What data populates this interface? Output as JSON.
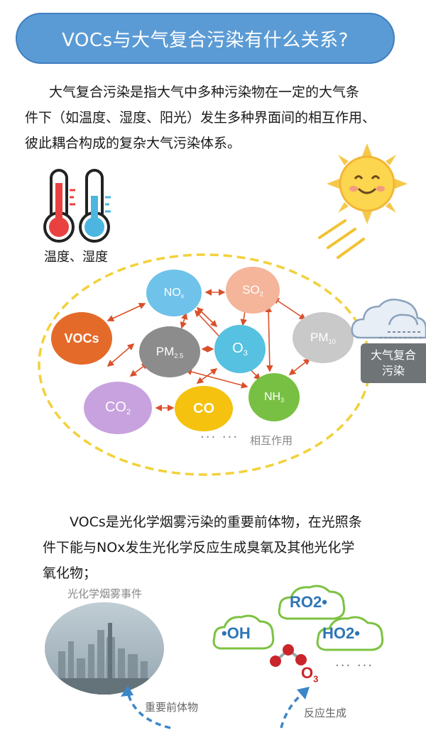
{
  "title": "VOCs与大气复合污染有什么关系?",
  "intro_lines": [
    "大气复合污染是指大气中多种污染物在一定的大气条",
    "件下（如温度、湿度、阳光）发生多种界面间的相互作用、",
    "彼此耦合构成的复杂大气污染体系。"
  ],
  "temp_humidity_label": "温度、湿度",
  "pollutants": {
    "vocs": "VOCs",
    "nox": {
      "base": "NO",
      "sub": "x"
    },
    "so2": {
      "base": "SO",
      "sub": "2"
    },
    "pm25": {
      "base": "PM",
      "sub": "2.5"
    },
    "o3": {
      "base": "O",
      "sub": "3"
    },
    "pm10": {
      "base": "PM",
      "sub": "10"
    },
    "nh3": {
      "base": "NH",
      "sub": "3"
    },
    "co2": {
      "base": "CO",
      "sub": "2"
    },
    "co": "CO"
  },
  "ellipsis": "··· ···",
  "interaction_label": "相互作用",
  "complex_pollution_label": [
    "大气复合",
    "污染"
  ],
  "vocs_lines": [
    "VOCs是光化学烟雾污染的重要前体物，在光照条",
    "件下能与NOx发生光化学反应生成臭氧及其他光化学",
    "氧化物；"
  ],
  "smog_event_label": "光化学烟雾事件",
  "radicals": {
    "ro2": "RO2•",
    "oh": "•OH",
    "ho2": "HO2•"
  },
  "ozone": {
    "base": "O",
    "sub": "3"
  },
  "radical_ellipsis": "··· ···",
  "precursor_label": "重要前体物",
  "reaction_label": "反应生成",
  "colors": {
    "title_bg": "#5b9bd5",
    "dashed_ellipse": "#f2d13a",
    "arrow": "#d9502b",
    "vocs": "#e46a2a",
    "nox": "#6fc2ea",
    "so2": "#f4b59a",
    "pm25": "#8c8c8c",
    "o3": "#56c1e0",
    "pm10": "#c9c9c9",
    "nh3": "#78c043",
    "co2": "#c8a2de",
    "co": "#f4c20f"
  }
}
